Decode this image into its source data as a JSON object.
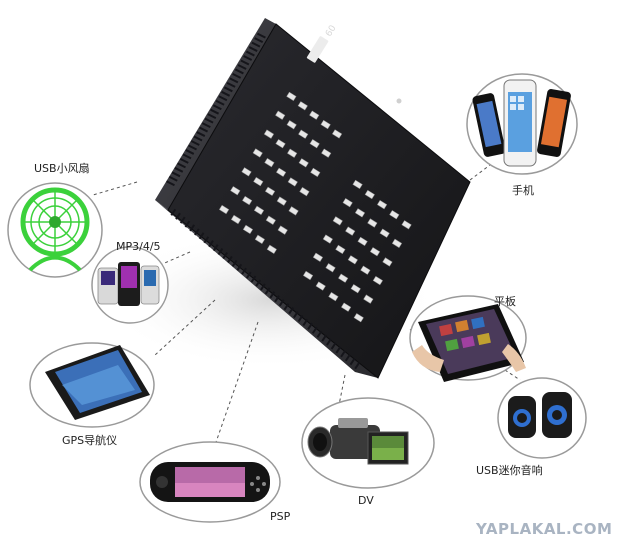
{
  "hub": {
    "model_mark": "60"
  },
  "devices": [
    {
      "id": "fan",
      "label": "USB小风扇"
    },
    {
      "id": "mp3",
      "label": "MP3/4/5"
    },
    {
      "id": "gps",
      "label": "GPS导航仪"
    },
    {
      "id": "psp",
      "label": "PSP"
    },
    {
      "id": "dv",
      "label": "DV"
    },
    {
      "id": "speaker",
      "label": "USB迷你音响"
    },
    {
      "id": "tablet",
      "label": "平板"
    },
    {
      "id": "phone",
      "label": "手机"
    }
  ],
  "watermark": "YAPLAKAL.COM",
  "colors": {
    "hub_face": "#1e1e22",
    "hub_side": "#3c3c42",
    "circle_border": "#9a9a9a",
    "fan_green": "#3bd13b",
    "leader_line": "#555555",
    "watermark": "#a9b4c2"
  }
}
